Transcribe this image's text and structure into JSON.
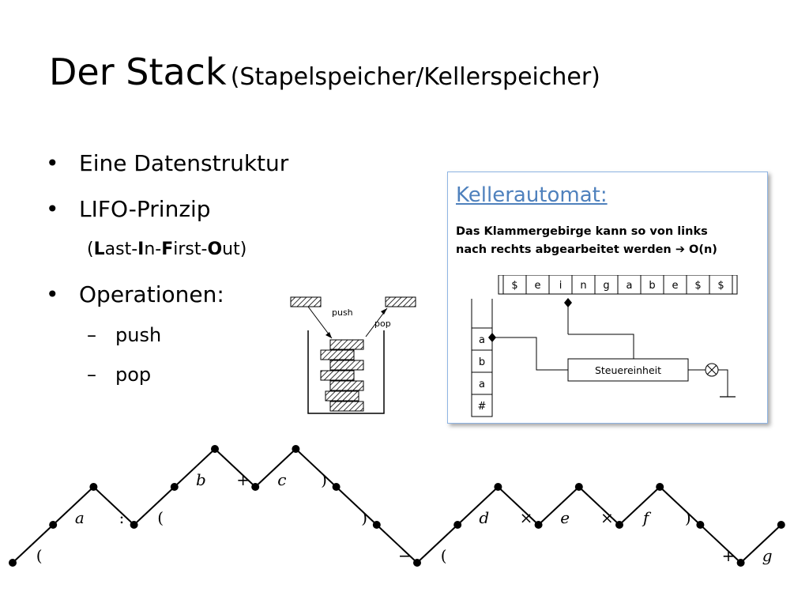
{
  "title": {
    "main": "Der Stack",
    "sub": "(Stapelspeicher/Kellerspeicher)"
  },
  "bullets": [
    {
      "text": "Eine Datenstruktur"
    },
    {
      "text": "LIFO-Prinzip"
    },
    {
      "text": "Operationen:"
    }
  ],
  "lifo_note": {
    "open": "(",
    "L": "L",
    "ast": "ast-",
    "I": "I",
    "n": "n-",
    "F": "F",
    "irst": "irst-",
    "O": "O",
    "ut": "ut)"
  },
  "operations": [
    "push",
    "pop"
  ],
  "stack_diagram": {
    "push_label": "push",
    "pop_label": "pop"
  },
  "kellerautomat": {
    "title": "Kellerautomat:",
    "text_line1": "Das Klammergebirge kann so von links",
    "text_line2_a": "nach rechts abgearbeitet werden",
    "arrow": "➔",
    "text_line2_b": "O(n)",
    "tape": [
      "$",
      "e",
      "i",
      "n",
      "g",
      "a",
      "b",
      "e",
      "$",
      "$"
    ],
    "stack": [
      "a",
      "b",
      "a",
      "#"
    ],
    "control_label": "Steuereinheit"
  },
  "mountain_labels": [
    "(",
    "a",
    ":",
    "(",
    "b",
    "+",
    "c",
    ")",
    ")",
    "−",
    "(",
    "d",
    "×",
    "e",
    "×",
    "f",
    ")",
    "+",
    "g"
  ]
}
